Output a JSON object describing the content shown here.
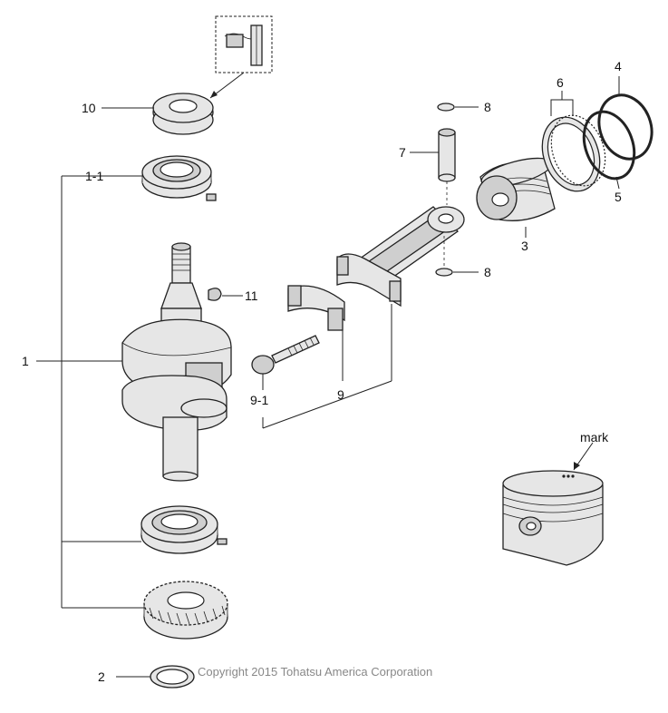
{
  "callouts": {
    "c10": "10",
    "c1_1": "1-1",
    "c1": "1",
    "c11": "11",
    "c2": "2",
    "c3": "3",
    "c4": "4",
    "c5": "5",
    "c6": "6",
    "c7": "7",
    "c8_top": "8",
    "c8_bottom": "8",
    "c9": "9",
    "c9_1": "9-1"
  },
  "mark_label": "mark",
  "copyright": "Copyright 2015 Tohatsu America Corporation"
}
